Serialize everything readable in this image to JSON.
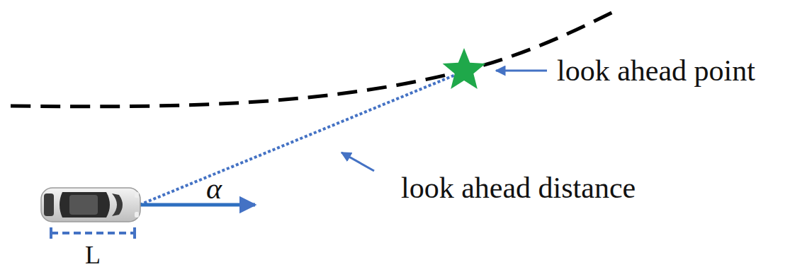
{
  "diagram": {
    "labels": [
      "look ahead point",
      "look ahead distance",
      "α",
      "L"
    ]
  }
}
